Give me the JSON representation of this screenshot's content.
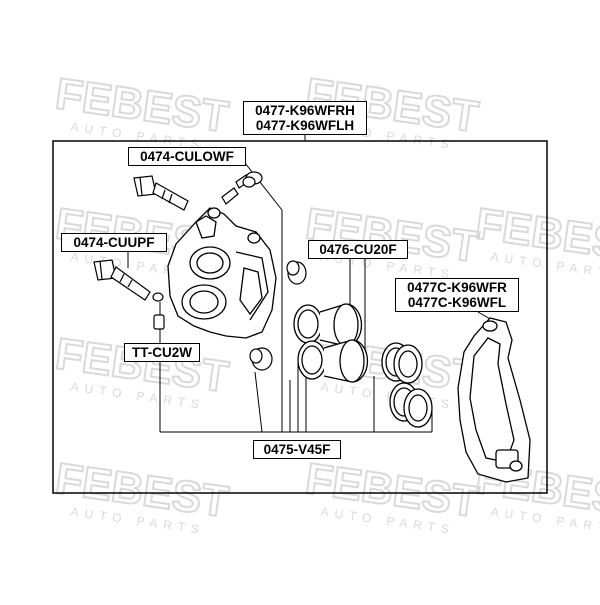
{
  "labels": {
    "caliper_assembly": [
      "0477-K96WFRH",
      "0477-K96WFLH"
    ],
    "lower_guide_bolt": "0474-CULOWF",
    "upper_guide_bolt": "0474-CUUPF",
    "bleeder": "TT-CU2W",
    "piston": "0476-CU20F",
    "repair_kit": "0475-V45F",
    "caliper_bracket": [
      "0477C-K96WFR",
      "0477C-K96WFL"
    ]
  },
  "watermark": {
    "brand": "FEBEST",
    "tagline": "AUTO PARTS"
  },
  "colors": {
    "line": "#000000",
    "watermark": "#d9d9d9",
    "background": "#ffffff"
  }
}
